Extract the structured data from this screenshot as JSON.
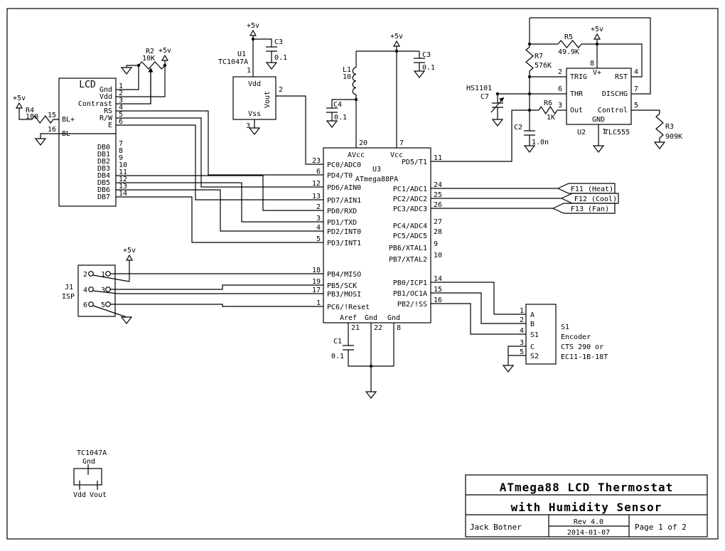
{
  "power": {
    "v5": "+5v"
  },
  "title_block": {
    "line1": "ATmega88 LCD Thermostat",
    "line2": "with Humidity Sensor",
    "author": "Jack Botner",
    "rev": "Rev 4.0",
    "date": "2014-01-07",
    "page": "Page 1 of 2"
  },
  "lcd": {
    "title": "LCD",
    "pin_labels": [
      "Gnd",
      "Vdd",
      "Contrast",
      "RS",
      "R/W",
      "E"
    ],
    "pin_nums": [
      "1",
      "2",
      "3",
      "4",
      "5",
      "6"
    ],
    "db_labels": [
      "DB0",
      "DB1",
      "DB2",
      "DB3",
      "DB4",
      "DB5",
      "DB6",
      "DB7"
    ],
    "db_nums": [
      "7",
      "8",
      "9",
      "10",
      "11",
      "12",
      "13",
      "14"
    ],
    "bl_plus": "BL+",
    "bl_minus": "BL-",
    "bl_nums": [
      "15",
      "16"
    ]
  },
  "r4": {
    "ref": "R4",
    "value": "180"
  },
  "r2": {
    "ref": "R2",
    "value": "10K"
  },
  "u1": {
    "ref": "U1",
    "part": "TC1047A",
    "vdd": "Vdd",
    "vout": "Vout",
    "vss": "Vss",
    "pins": [
      "1",
      "2",
      "3"
    ]
  },
  "c3a": {
    "ref": "C3",
    "value": "0.1"
  },
  "c3b": {
    "ref": "C3",
    "value": "0.1"
  },
  "c4": {
    "ref": "C4",
    "value": "0.1"
  },
  "c1": {
    "ref": "C1",
    "value": "0.1"
  },
  "l1": {
    "ref": "L1",
    "value": "10"
  },
  "u3": {
    "ref": "U3",
    "part": "ATmega88PA",
    "avcc": "AVcc",
    "vcc": "Vcc",
    "avcc_pin": "20",
    "vcc_pin": "7",
    "left": [
      [
        "23",
        "PC0/ADC0"
      ],
      [
        "6",
        "PD4/T0"
      ],
      [
        "12",
        "PD6/AIN0"
      ],
      [
        "13",
        "PD7/AIN1"
      ],
      [
        "2",
        "PD0/RXD"
      ],
      [
        "3",
        "PD1/TXD"
      ],
      [
        "4",
        "PD2/INT0"
      ],
      [
        "5",
        "PD3/INT1"
      ],
      [
        "18",
        "PB4/MISO"
      ],
      [
        "19",
        "PB5/SCK"
      ],
      [
        "17",
        "PB3/MOSI"
      ],
      [
        "1",
        "PC6/!Reset"
      ]
    ],
    "right": [
      [
        "11",
        "PD5/T1"
      ],
      [
        "24",
        "PC1/ADC1"
      ],
      [
        "25",
        "PC2/ADC2"
      ],
      [
        "26",
        "PC3/ADC3"
      ],
      [
        "27",
        "PC4/ADC4"
      ],
      [
        "28",
        "PC5/ADC5"
      ],
      [
        "9",
        "PB6/XTAL1"
      ],
      [
        "10",
        "PB7/XTAL2"
      ],
      [
        "14",
        "PB0/ICP1"
      ],
      [
        "15",
        "PB1/OC1A"
      ],
      [
        "16",
        "PB2/!SS"
      ]
    ],
    "bottom": [
      [
        "21",
        "Aref"
      ],
      [
        "22",
        "Gnd"
      ],
      [
        "8",
        "Gnd"
      ]
    ]
  },
  "flags": [
    "F11 (Heat)",
    "F12 (Cool)",
    "F13 (Fan)"
  ],
  "hs1101": {
    "label": "HS1101",
    "ref": "C7"
  },
  "u2": {
    "ref": "U2",
    "part": "TLC555",
    "trig": "TRIG",
    "thr": "THR",
    "out": "Out",
    "vplus": "V+",
    "rst": "RST",
    "dischg": "DISCHG",
    "control": "Control",
    "gnd": "GND",
    "pin_trig": "2",
    "pin_thr": "6",
    "pin_out": "3",
    "pin_v": "8",
    "pin_rst": "4",
    "pin_dischg": "7",
    "pin_control": "5",
    "pin_gnd": "1"
  },
  "r5": {
    "ref": "R5",
    "value": "49.9K"
  },
  "r7": {
    "ref": "R7",
    "value": "576K"
  },
  "r6": {
    "ref": "R6",
    "value": "1K"
  },
  "r3": {
    "ref": "R3",
    "value": "909K"
  },
  "c2": {
    "ref": "C2",
    "value": "1.0n"
  },
  "j1": {
    "ref": "J1",
    "label": "ISP",
    "nums": [
      "1",
      "2",
      "3",
      "4",
      "5",
      "6"
    ]
  },
  "s1": {
    "pins": [
      [
        "1",
        "A"
      ],
      [
        "2",
        "B"
      ],
      [
        "4",
        "S1"
      ],
      [
        "3",
        "C"
      ],
      [
        "5",
        "S2"
      ]
    ],
    "desc": [
      "S1",
      "Encoder",
      "CTS 290 or",
      "EC11-1B-18T"
    ]
  },
  "footprint": {
    "part": "TC1047A",
    "top": "Gnd",
    "bl": "Vdd",
    "br": "Vout"
  }
}
